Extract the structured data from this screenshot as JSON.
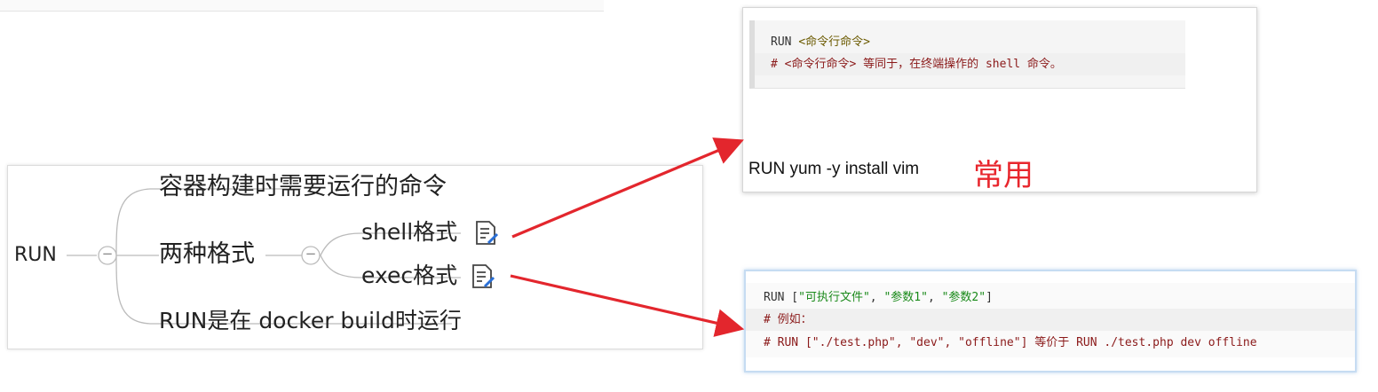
{
  "mindmap": {
    "root": "RUN",
    "branch1": "容器构建时需要运行的命令",
    "branch2": "两种格式",
    "branch3": "RUN是在 docker build时运行",
    "sub1": "shell格式",
    "sub2": "exec格式",
    "collapse_symbol": "−"
  },
  "shell_box": {
    "line1": {
      "kw": "RUN ",
      "arg": "<命令行命令>"
    },
    "line2": {
      "comment": "# <命令行命令> 等同于，在终端操作的 shell 命令。"
    },
    "example": "RUN yum -y install vim",
    "badge": "常用",
    "badge_color": "#e8262d"
  },
  "exec_box": {
    "line1": {
      "kw": "RUN [",
      "s1": "\"可执行文件\"",
      "c1": ", ",
      "s2": "\"参数1\"",
      "c2": ", ",
      "s3": "\"参数2\"",
      "end": "]"
    },
    "line2": {
      "comment": "# 例如："
    },
    "line3": {
      "comment": "# RUN [\"./test.php\", \"dev\", \"offline\"] 等价于 RUN ./test.php dev offline"
    }
  },
  "colors": {
    "arrow": "#e3262d",
    "string": "#1a8a1a",
    "comment": "#8b1a1a"
  }
}
